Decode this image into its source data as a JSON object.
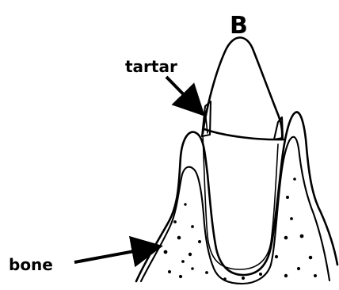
{
  "figure": {
    "panel_label": "B",
    "labels": {
      "tartar": "tartar",
      "bone": "bone"
    }
  }
}
